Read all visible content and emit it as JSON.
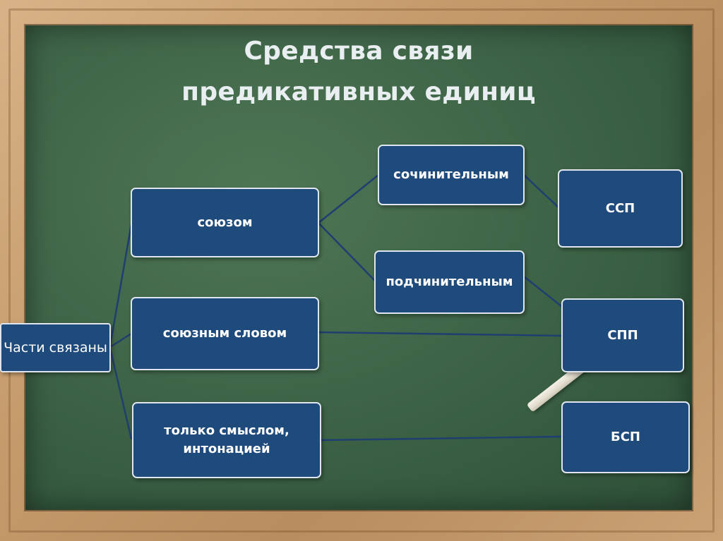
{
  "title": {
    "line1": "Средства связи",
    "line2": "предикативных единиц"
  },
  "nodes": {
    "root": "Части связаны",
    "conjunction": "союзом",
    "relative_word": "союзным словом",
    "meaning_intonation": "только смыслом, интонацией",
    "coordinating": "сочинительным",
    "subordinating": "подчинительным",
    "ssp": "ССП",
    "spp": "СПП",
    "bsp": "БСП"
  },
  "colors": {
    "board": "#3f6548",
    "frame": "#c59b6c",
    "node_fill": "#1e4a7c",
    "node_border": "#dfe6ef",
    "connector": "#1f3f70"
  }
}
